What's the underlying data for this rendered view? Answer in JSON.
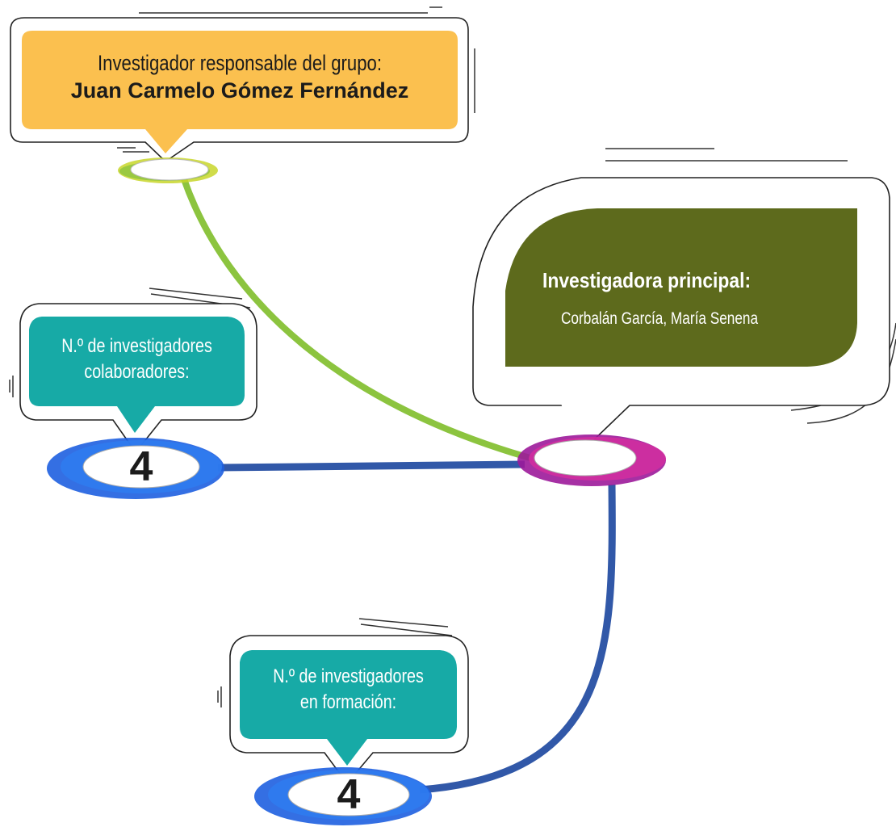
{
  "responsible": {
    "label": "Investigador responsable del grupo:",
    "name": "Juan Carmelo Gómez Fernández"
  },
  "principal": {
    "label": "Investigadora principal:",
    "name": "Corbalán García, María Senena"
  },
  "collaborators": {
    "label_line1": "N.º de investigadores",
    "label_line2": "colaboradores:",
    "count": "4"
  },
  "trainees": {
    "label_line1": "N.º de investigadores",
    "label_line2": "en formación:",
    "count": "4"
  },
  "colors": {
    "orange": "#fbc04f",
    "olive": "#5d6a1c",
    "teal": "#17aaa6",
    "green_line": "#8cc43f",
    "blue_line": "#3158a8",
    "magenta": "#b0199b",
    "blue_ring": "#1e5fe0",
    "yellow_ring": "#c8d62a"
  }
}
